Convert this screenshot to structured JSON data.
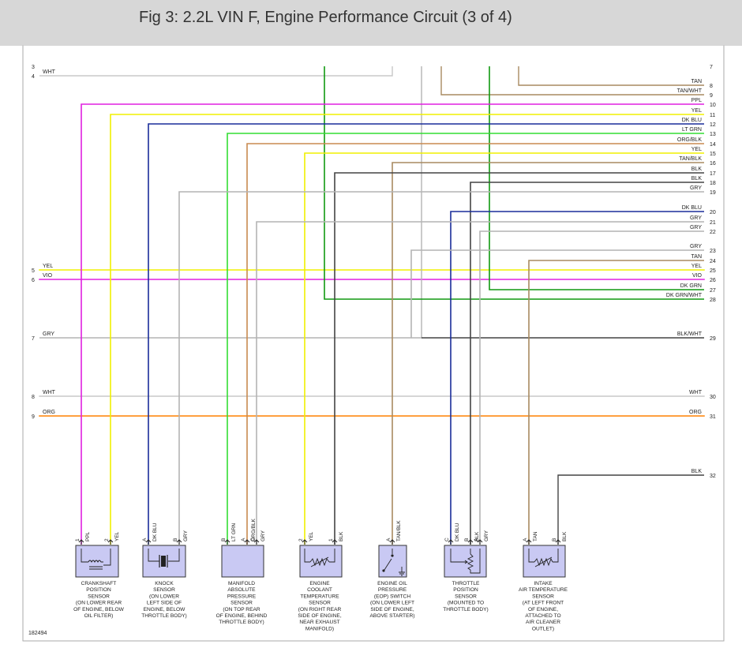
{
  "header": {
    "title": "Fig 3: 2.2L VIN F, Engine Performance Circuit (3 of 4)"
  },
  "figure_id": "182494",
  "colors": {
    "wht": "#c8c8c8",
    "tan": "#a88a60",
    "ppl": "#e020e0",
    "yel": "#f0f000",
    "dkblu": "#1a2d9a",
    "ltgrn": "#33dd33",
    "orgblk": "#c88a50",
    "blk": "#444444",
    "gry": "#b4b4b4",
    "vio": "#e020e0",
    "dkgrn": "#119911",
    "orange": "#ff8000",
    "sensor_fill": "#c9c9f3"
  },
  "left_pins": [
    {
      "num": "3",
      "label": ""
    },
    {
      "num": "4",
      "label": "WHT"
    },
    {
      "num": "5",
      "label": "YEL"
    },
    {
      "num": "6",
      "label": "VIO"
    },
    {
      "num": "7",
      "label": "GRY"
    },
    {
      "num": "8",
      "label": "WHT"
    },
    {
      "num": "9",
      "label": "ORG"
    }
  ],
  "right_pins": [
    {
      "num": "7",
      "label": ""
    },
    {
      "num": "8",
      "label": "TAN"
    },
    {
      "num": "9",
      "label": "TAN/WHT"
    },
    {
      "num": "10",
      "label": "PPL"
    },
    {
      "num": "11",
      "label": "YEL"
    },
    {
      "num": "12",
      "label": "DK BLU"
    },
    {
      "num": "13",
      "label": "LT GRN"
    },
    {
      "num": "14",
      "label": "ORG/BLK"
    },
    {
      "num": "15",
      "label": "YEL"
    },
    {
      "num": "16",
      "label": "TAN/BLK"
    },
    {
      "num": "17",
      "label": "BLK"
    },
    {
      "num": "18",
      "label": "BLK"
    },
    {
      "num": "19",
      "label": "GRY"
    },
    {
      "num": "20",
      "label": "DK BLU"
    },
    {
      "num": "21",
      "label": "GRY"
    },
    {
      "num": "22",
      "label": "GRY"
    },
    {
      "num": "23",
      "label": "GRY"
    },
    {
      "num": "24",
      "label": "TAN"
    },
    {
      "num": "25",
      "label": "YEL"
    },
    {
      "num": "26",
      "label": "VIO"
    },
    {
      "num": "27",
      "label": "DK GRN"
    },
    {
      "num": "28",
      "label": "DK GRN/WHT"
    },
    {
      "num": "29",
      "label": "BLK/WHT"
    },
    {
      "num": "30",
      "label": "WHT"
    },
    {
      "num": "31",
      "label": "ORG"
    },
    {
      "num": "32",
      "label": "BLK"
    }
  ],
  "components": [
    {
      "name": "crankshaft-position-sensor",
      "pins": [
        {
          "num": "1",
          "wire": "PPL"
        },
        {
          "num": "2",
          "wire": "YEL"
        }
      ],
      "label_lines": [
        "CRANKSHAFT",
        "POSITION",
        "SENSOR",
        "(ON LOWER REAR",
        "OF ENGINE, BELOW",
        "OIL FILTER)"
      ]
    },
    {
      "name": "knock-sensor",
      "pins": [
        {
          "num": "A",
          "wire": "DK BLU"
        },
        {
          "num": "B",
          "wire": "GRY"
        }
      ],
      "label_lines": [
        "KNOCK",
        "SENSOR",
        "(ON LOWER",
        "LEFT SIDE OF",
        "ENGINE, BELOW",
        "THROTTLE BODY)"
      ]
    },
    {
      "name": "map-sensor",
      "pins": [
        {
          "num": "B",
          "wire": "LT GRN"
        },
        {
          "num": "A",
          "wire": "ORG/BLK"
        },
        {
          "num": "C",
          "wire": "GRY"
        }
      ],
      "label_lines": [
        "MANIFOLD",
        "ABSOLUTE",
        "PRESSURE",
        "SENSOR",
        "(ON TOP REAR",
        "OF ENGINE, BEHIND",
        "THROTTLE BODY)"
      ]
    },
    {
      "name": "engine-coolant-temperature-sensor",
      "pins": [
        {
          "num": "2",
          "wire": "YEL"
        },
        {
          "num": "1",
          "wire": "BLK"
        }
      ],
      "label_lines": [
        "ENGINE",
        "COOLANT",
        "TEMPERATURE",
        "SENSOR",
        "(ON RIGHT REAR",
        "SIDE OF ENGINE,",
        "NEAR EXHAUST",
        "MANIFOLD)"
      ]
    },
    {
      "name": "engine-oil-pressure-switch",
      "pins": [
        {
          "num": "A",
          "wire": "TAN/BLK"
        }
      ],
      "label_lines": [
        "ENGINE OIL",
        "PRESSURE",
        "(EOP) SWITCH",
        "(ON LOWER LEFT",
        "SIDE OF ENGINE,",
        "ABOVE STARTER)"
      ]
    },
    {
      "name": "throttle-position-sensor",
      "pins": [
        {
          "num": "C",
          "wire": "DK BLU"
        },
        {
          "num": "B",
          "wire": "BLK"
        },
        {
          "num": "A",
          "wire": "GRY"
        }
      ],
      "label_lines": [
        "THROTTLE",
        "POSITION",
        "SENSOR",
        "(MOUNTED TO",
        "THROTTLE BODY)"
      ]
    },
    {
      "name": "intake-air-temperature-sensor",
      "pins": [
        {
          "num": "A",
          "wire": "TAN"
        },
        {
          "num": "B",
          "wire": "BLK"
        }
      ],
      "label_lines": [
        "INTAKE",
        "AIR TEMPERATURE",
        "SENSOR",
        "(AT LEFT FRONT",
        "OF ENGINE,",
        "ATTACHED TO",
        "AIR CLEANER",
        "OUTLET)"
      ]
    }
  ]
}
